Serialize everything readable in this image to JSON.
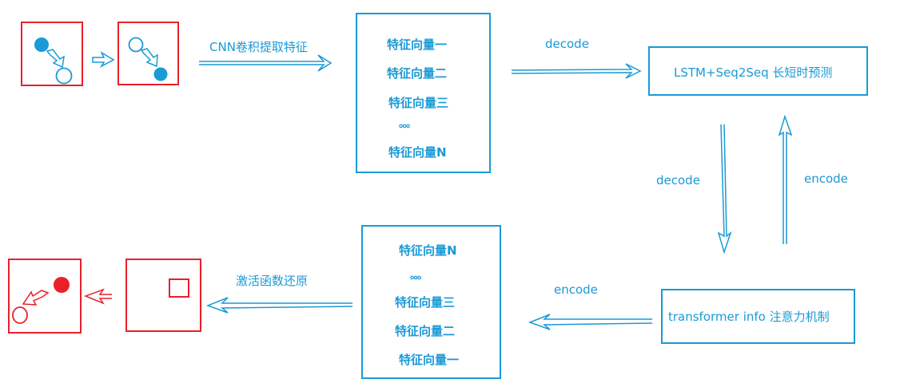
{
  "colors": {
    "blue": "#1a9ad6",
    "red": "#e8202a"
  },
  "labels": {
    "cnn": "CNN卷积提取特征",
    "decode_top": "decode",
    "decode_side": "decode",
    "encode_side": "encode",
    "encode_bottom": "encode",
    "activation": "激活函数还原"
  },
  "features_top": [
    "特征向量一",
    "特征向量二",
    "特征向量三",
    "。。。",
    "特征向量N"
  ],
  "features_bottom": [
    "特征向量N",
    "。。。",
    "特征向量三",
    "特征向量二",
    "特征向量一"
  ],
  "lstm_box": "LSTM+Seq2Seq 长短时预测",
  "transformer_box": "transformer info 注意力机制"
}
